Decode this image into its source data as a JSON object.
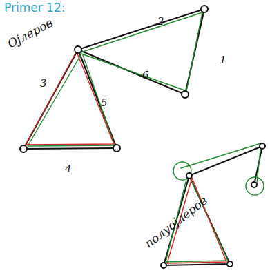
{
  "diagram": {
    "title": "Primer 12:",
    "labels": [
      "Ојлеров",
      "2",
      "1",
      "3",
      "6",
      "5",
      "4",
      "полуојлеров"
    ]
  }
}
